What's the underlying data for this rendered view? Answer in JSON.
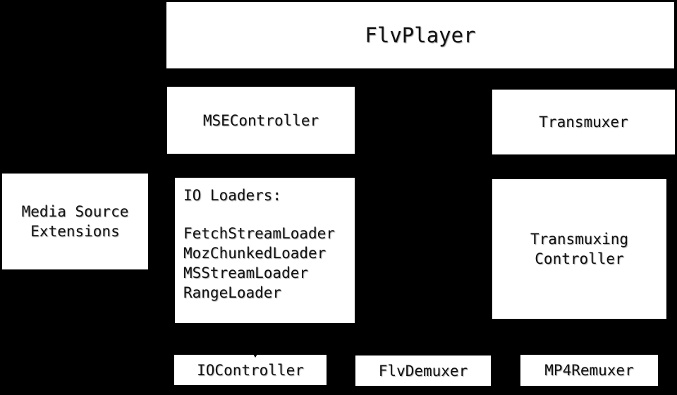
{
  "diagram": {
    "colors": {
      "background": "#000000",
      "box_fill": "#ffffff",
      "text": "#111111"
    },
    "boxes": {
      "flvplayer": {
        "label": "FlvPlayer"
      },
      "mse_controller": {
        "label": "MSEController"
      },
      "transmuxer": {
        "label": "Transmuxer"
      },
      "media_source_extensions": {
        "line1": "Media Source",
        "line2": "Extensions"
      },
      "io_loaders": {
        "heading": "IO Loaders:",
        "loaders": [
          "FetchStreamLoader",
          "MozChunkedLoader",
          "MSStreamLoader",
          "RangeLoader"
        ]
      },
      "transmuxing_controller": {
        "line1": "Transmuxing",
        "line2": "Controller"
      },
      "iocontroller": {
        "label": "IOController"
      },
      "flvdemuxer": {
        "label": "FlvDemuxer"
      },
      "mp4remuxer": {
        "label": "MP4Remuxer"
      }
    }
  }
}
